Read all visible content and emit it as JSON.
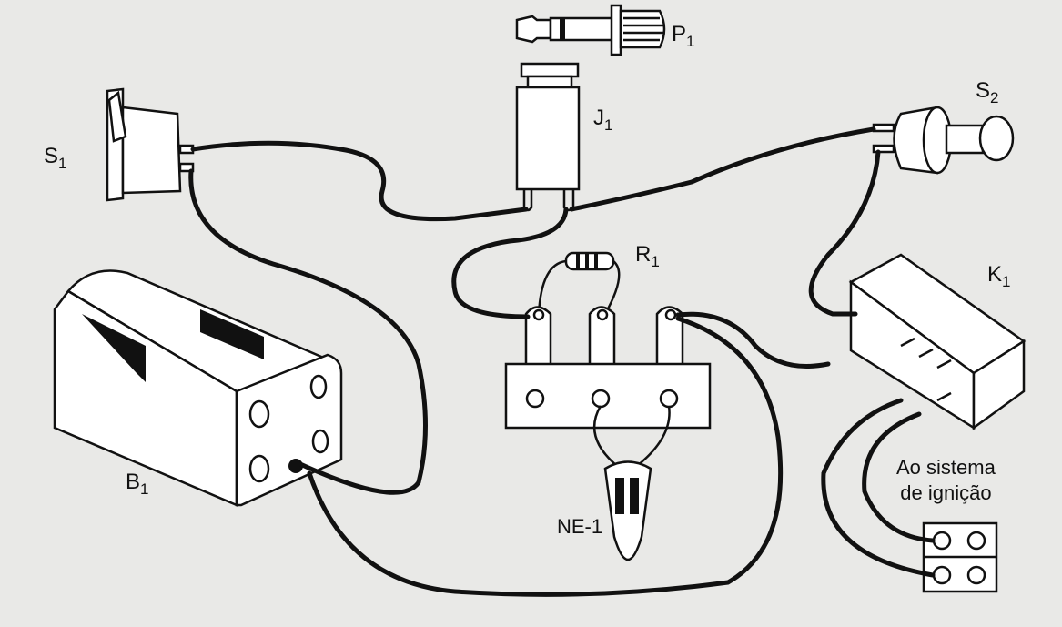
{
  "components": {
    "plug": {
      "label": "P",
      "sub": "1"
    },
    "jack": {
      "label": "J",
      "sub": "1"
    },
    "switch1": {
      "label": "S",
      "sub": "1"
    },
    "switch2": {
      "label": "S",
      "sub": "2"
    },
    "resistor": {
      "label": "R",
      "sub": "1"
    },
    "relay": {
      "label": "K",
      "sub": "1"
    },
    "battery": {
      "label": "B",
      "sub": "1"
    },
    "neon_lamp": {
      "label": "NE-1"
    }
  },
  "ignition_note": {
    "line1": "Ao sistema",
    "line2": "de ignição"
  },
  "colors": {
    "background": "#e9e9e7",
    "ink": "#111111"
  }
}
